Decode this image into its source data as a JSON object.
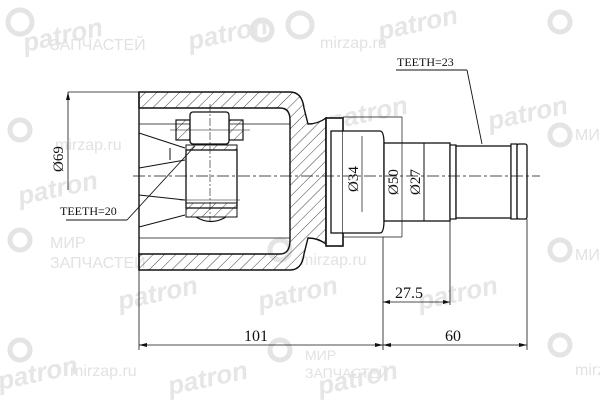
{
  "drawing": {
    "subject": "CV joint inner (tripod) cross-section",
    "colors": {
      "line": "#111111",
      "background": "#ffffff",
      "watermark": "#e2e2e2"
    }
  },
  "annotations": {
    "teeth_outer": "TEETH=23",
    "teeth_inner": "TEETH=20"
  },
  "dimensions": {
    "d69": "Ø69",
    "d34": "Ø34",
    "d50": "Ø50",
    "d27": "Ø27",
    "len_27_5": "27.5",
    "len_101": "101",
    "len_60": "60"
  },
  "watermarks": {
    "brand": "patron",
    "site": "mirzap.ru",
    "line1": "МИР",
    "line2": "ЗАПЧАСТЕЙ"
  }
}
